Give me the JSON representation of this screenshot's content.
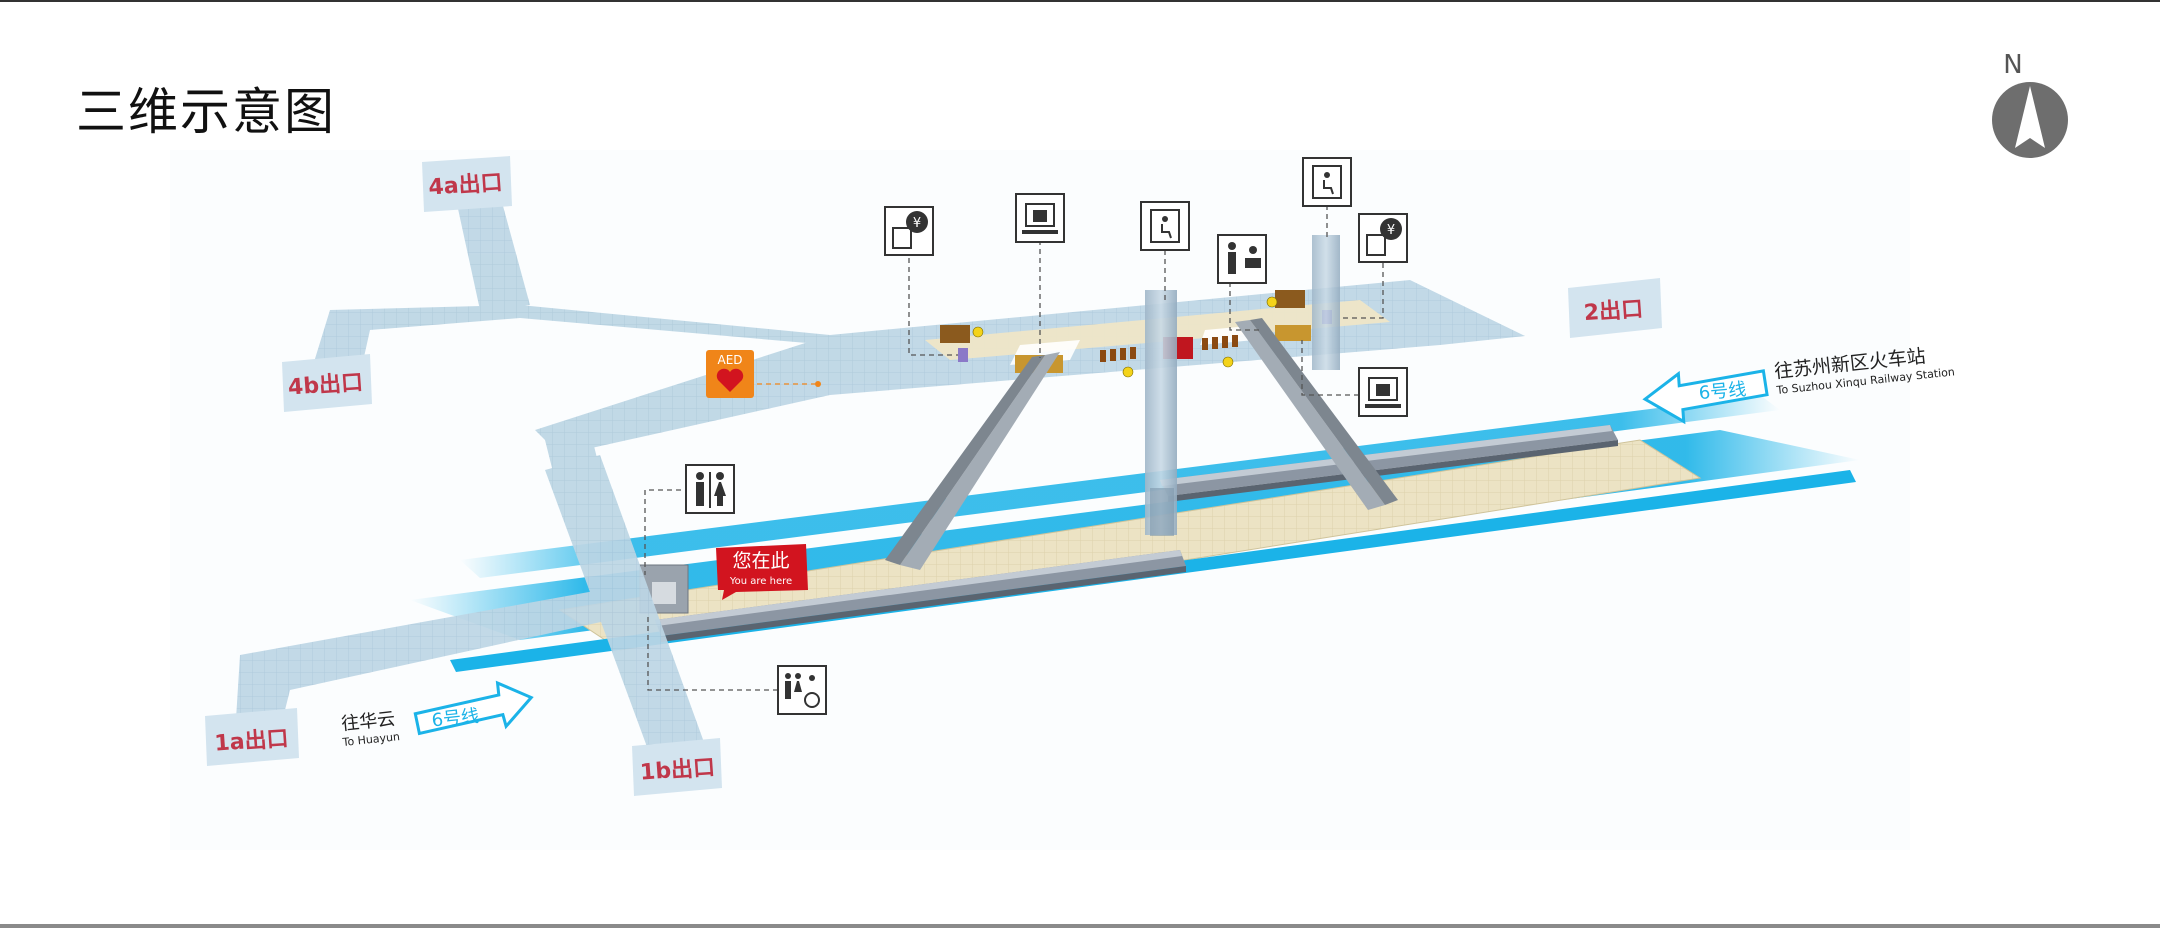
{
  "title": "三维示意图",
  "compass_label": "N",
  "exits": {
    "e4a": "4a出口",
    "e4b": "4b出口",
    "e2": "2出口",
    "e1a": "1a出口",
    "e1b": "1b出口"
  },
  "you_are_here": {
    "zh": "您在此",
    "en": "You are here"
  },
  "aed_label": "AED",
  "direction_east": {
    "zh": "往苏州新区火车站",
    "en": "To Suzhou Xinqu Railway Station",
    "line": "6号线"
  },
  "direction_west": {
    "zh": "往华云",
    "en": "To Huayun",
    "line": "6号线"
  },
  "icons": [
    "ticket-machine-icon",
    "security-check-icon",
    "elevator-icon",
    "service-center-icon",
    "toilet-icon",
    "accessible-toilet-icon",
    "aed-icon"
  ],
  "colors": {
    "track_blue": "#1bb3e8",
    "concourse": "#bcd6e6",
    "platform": "#e9e0bf",
    "exit_text": "#c0374a",
    "exit_bg": "#d3e4ef",
    "you_are_here_red": "#d2141f",
    "aed_orange": "#f08519"
  }
}
